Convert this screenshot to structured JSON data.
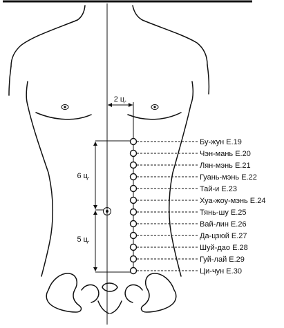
{
  "diagram": {
    "distances": {
      "lateral": "2 ц.",
      "upper": "6 ц.",
      "lower": "5 ц."
    },
    "points": [
      {
        "label": "Бу-жун E.19"
      },
      {
        "label": "Чэн-мань E.20"
      },
      {
        "label": "Лян-мэнь E.21"
      },
      {
        "label": "Гуань-мэнь E.22"
      },
      {
        "label": "Тай-и E.23"
      },
      {
        "label": "Хуа-жоу-мэнь E.24"
      },
      {
        "label": "Тянь-шу E.25"
      },
      {
        "label": "Вай-лин E.26"
      },
      {
        "label": "Да-цзюй E.27"
      },
      {
        "label": "Шуй-дао E.28"
      },
      {
        "label": "Гуй-лай E.29"
      },
      {
        "label": "Ци-чун E.30"
      }
    ]
  }
}
